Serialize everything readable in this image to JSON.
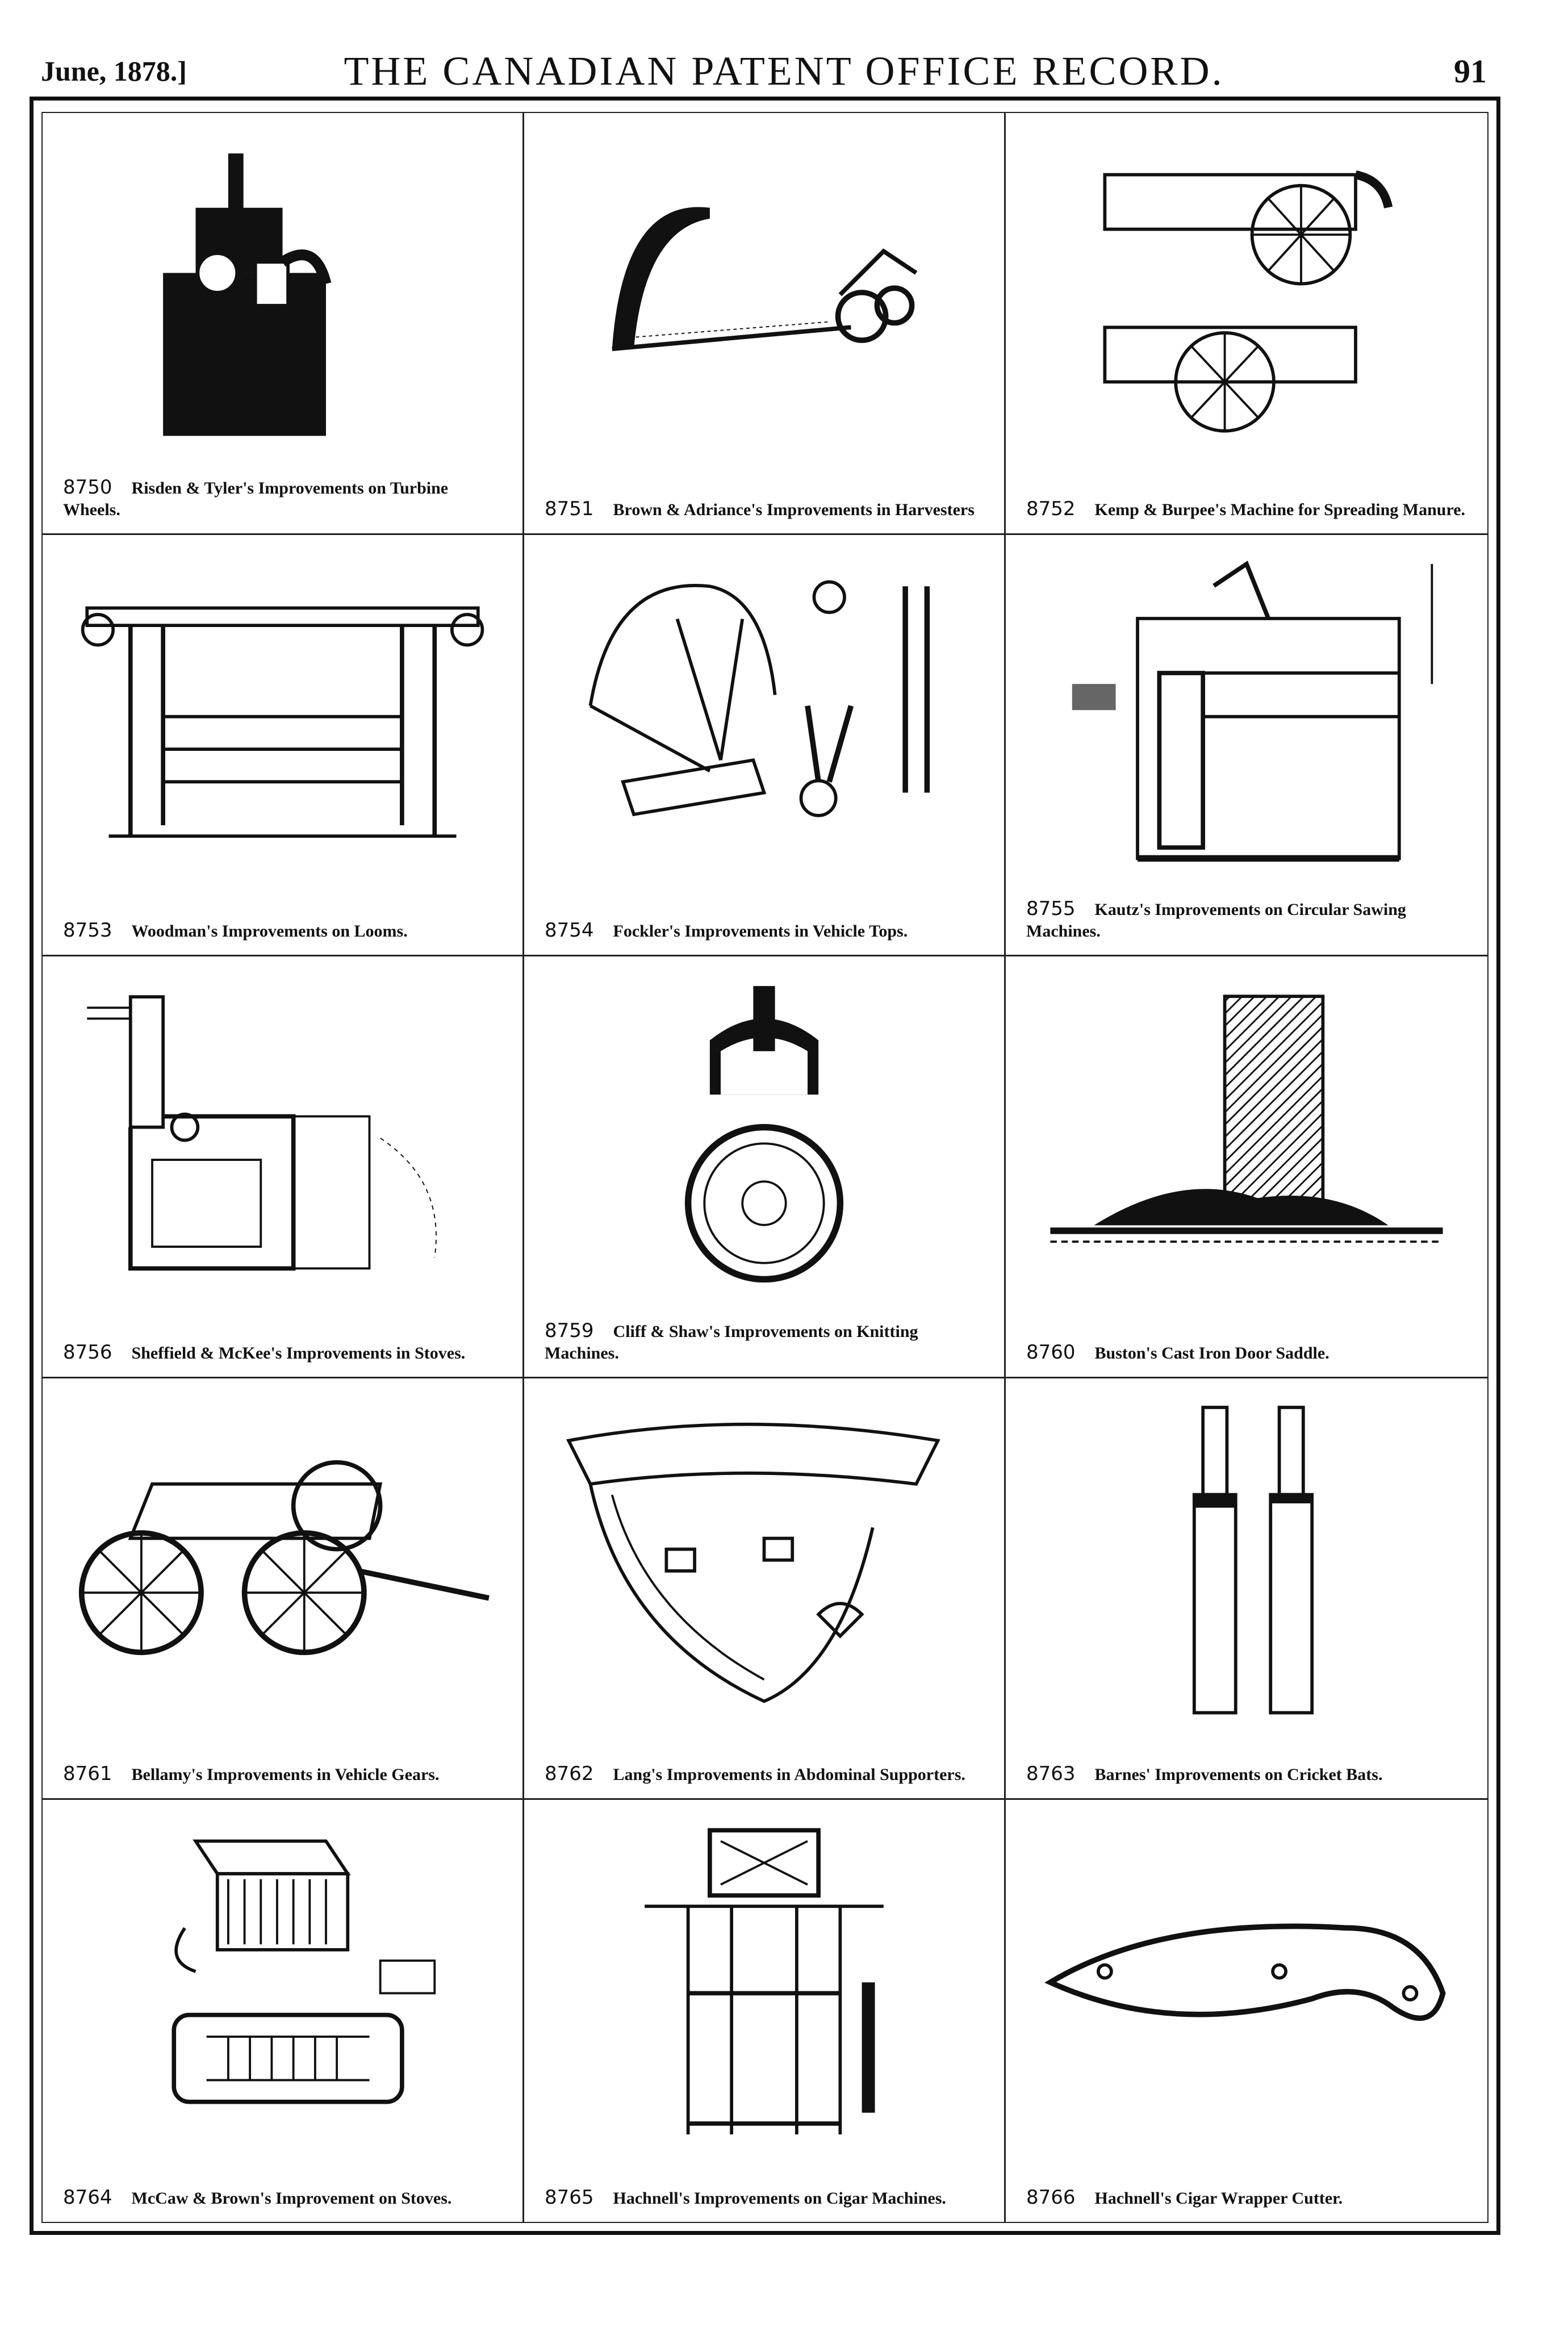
{
  "header": {
    "date": "June, 1878.]",
    "title": "THE CANADIAN PATENT OFFICE RECORD.",
    "page": "91"
  },
  "patents": [
    {
      "number": "8750",
      "title": "Risden & Tyler's Improvements on Turbine Wheels."
    },
    {
      "number": "8751",
      "title": "Brown & Adriance's Improvements in Harvesters"
    },
    {
      "number": "8752",
      "title": "Kemp & Burpee's Machine for Spreading Manure."
    },
    {
      "number": "8753",
      "title": "Woodman's Improvements on Looms."
    },
    {
      "number": "8754",
      "title": "Fockler's Improvements in Vehicle Tops."
    },
    {
      "number": "8755",
      "title": "Kautz's Improvements on Circular Sawing Machines."
    },
    {
      "number": "8756",
      "title": "Sheffield & McKee's Improvements in Stoves."
    },
    {
      "number": "8759",
      "title": "Cliff & Shaw's Improvements on Knitting Machines."
    },
    {
      "number": "8760",
      "title": "Buston's Cast Iron Door Saddle."
    },
    {
      "number": "8761",
      "title": "Bellamy's Improvements in Vehicle Gears."
    },
    {
      "number": "8762",
      "title": "Lang's Improvements in Abdominal Supporters."
    },
    {
      "number": "8763",
      "title": "Barnes' Improvements on Cricket Bats."
    },
    {
      "number": "8764",
      "title": "McCaw & Brown's Improvement on Stoves."
    },
    {
      "number": "8765",
      "title": "Hachnell's Improvements on Cigar Machines."
    },
    {
      "number": "8766",
      "title": "Hachnell's Cigar Wrapper Cutter."
    }
  ]
}
